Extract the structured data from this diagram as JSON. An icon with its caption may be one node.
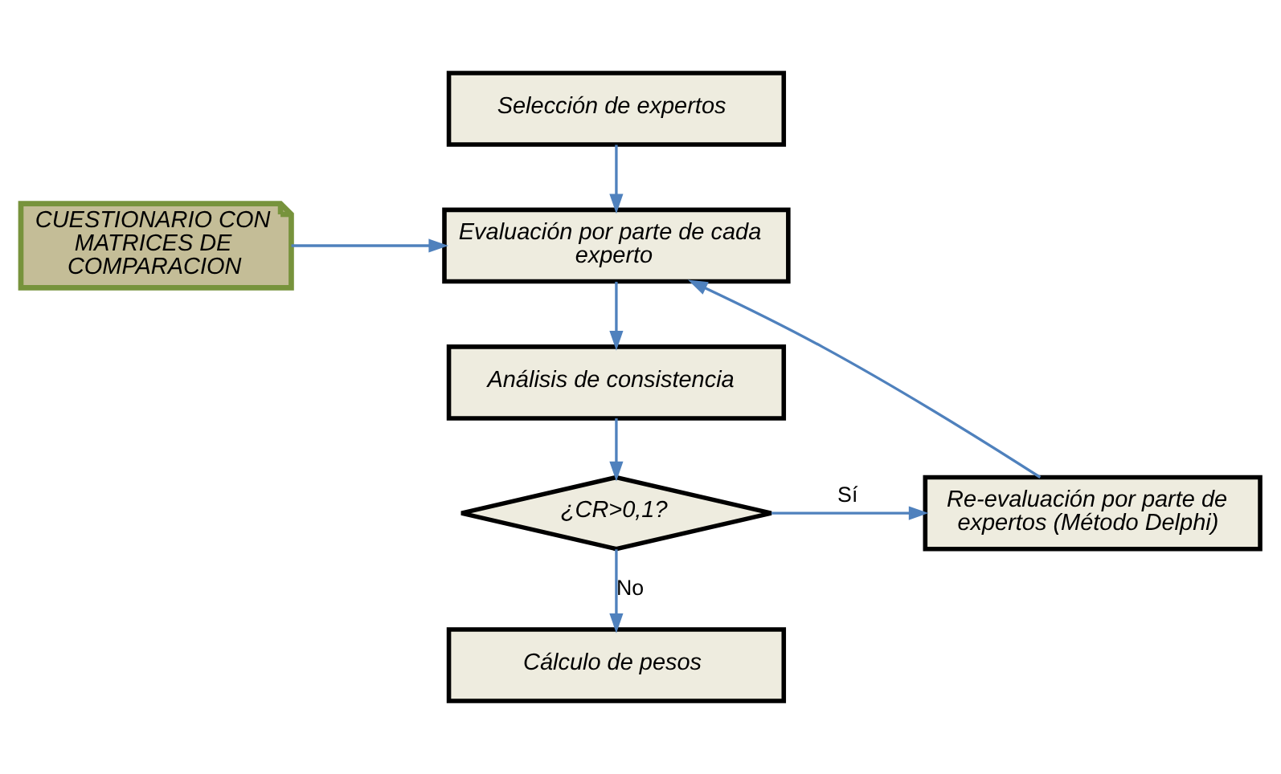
{
  "diagram": {
    "nodes": [
      {
        "text": [
          "Selección de expertos"
        ]
      },
      {
        "text": [
          "Evaluación por parte de cada experto"
        ]
      },
      {
        "text": [
          "CUESTIONARIO CON MATRICES DE COMPARACION"
        ]
      },
      {
        "text": [
          "Análisis de consistencia"
        ]
      },
      {
        "text": [
          "¿CR>0,1?"
        ]
      },
      {
        "text": [
          "Re-evaluación por parte de expertos (Método Delphi)"
        ]
      },
      {
        "text": [
          "Cálculo de pesos"
        ]
      }
    ],
    "edges": [
      {
        "from": 0,
        "to": 1,
        "arrow": "to"
      },
      {
        "from": 2,
        "to": 1,
        "arrow": "to"
      },
      {
        "from": 1,
        "to": 3,
        "arrow": "to"
      },
      {
        "from": 3,
        "to": 4,
        "arrow": "to"
      },
      {
        "from": 4,
        "to": 5,
        "arrow": "to",
        "label": "Sí"
      },
      {
        "from": 5,
        "to": 1,
        "arrow": "to"
      },
      {
        "from": 4,
        "to": 6,
        "arrow": "to",
        "label": "No"
      }
    ]
  }
}
